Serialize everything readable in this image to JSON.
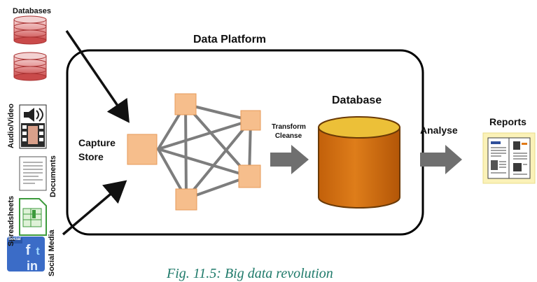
{
  "diagram": {
    "title": "Data Platform",
    "sources": {
      "databases": "Databases",
      "audio_video": "Audio/Video",
      "documents": "Documents",
      "spreadsheets": "Spreadsheets",
      "social_media": "Social Media",
      "social_tag": "Social"
    },
    "capture_store": "Capture\nStore",
    "transform_cleanse": "Transform\nCleanse",
    "database": "Database",
    "analyse": "Analyse",
    "reports": "Reports",
    "caption": "Fig. 11.5: Big data revolution"
  },
  "colors": {
    "node_fill": "#f6be8c",
    "db_body": "#d7700e",
    "db_top": "#ecc038",
    "arrow_gray": "#6f6f6f",
    "reports_bg": "#fbf2b8",
    "caption_color": "#1f7a6a"
  }
}
